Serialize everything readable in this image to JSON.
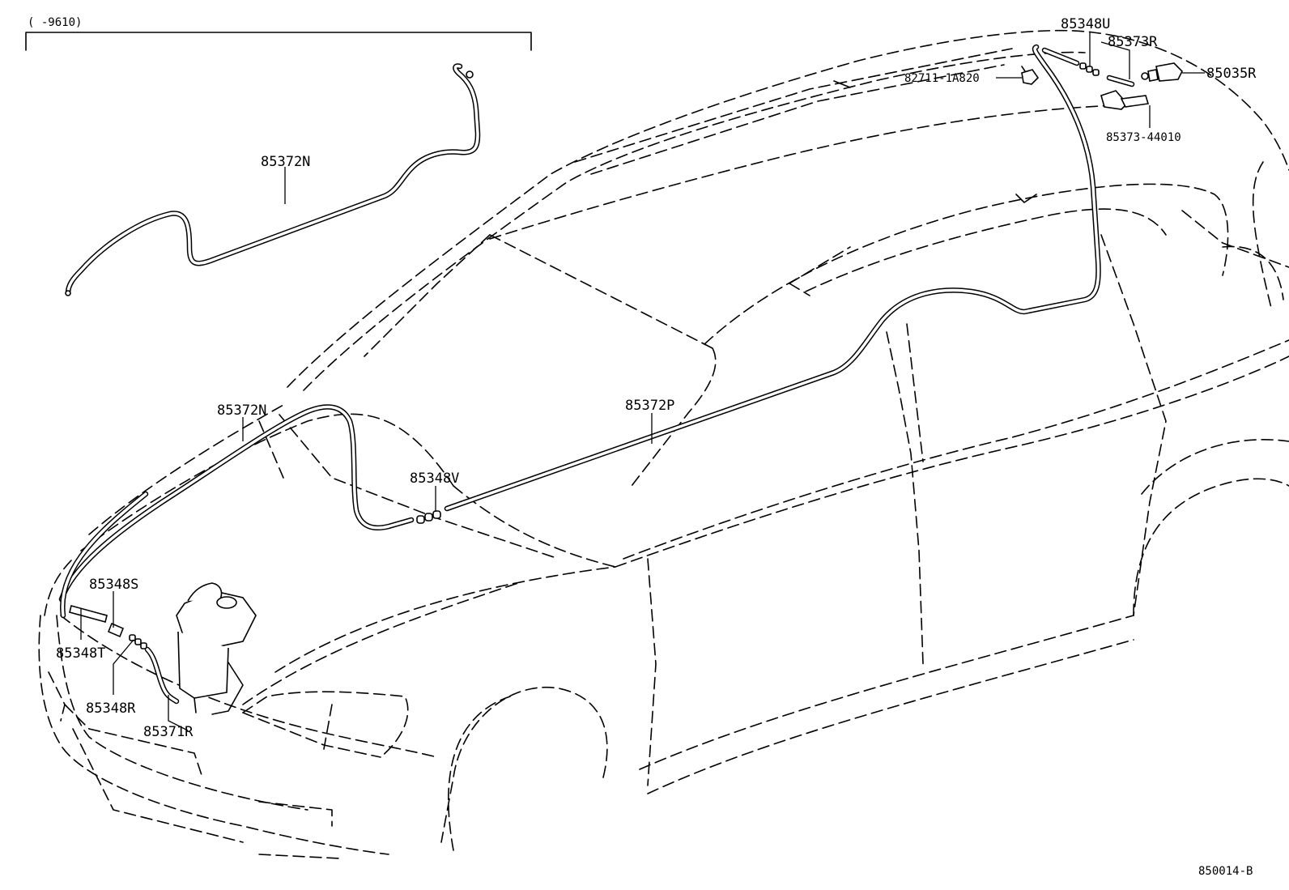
{
  "diagram": {
    "bracket_note": "(     -9610)",
    "drawing_code": "850014-B",
    "labels": {
      "inset_hose": "85372N",
      "hood_hose": "85372N",
      "long_hose": "85372P",
      "joint_mid": "85348V",
      "joint_s": "85348S",
      "joint_t": "85348T",
      "joint_r": "85348R",
      "hose_r": "85371R",
      "joint_u": "85348U",
      "hose_rear": "85373R",
      "nozzle": "85035R",
      "clip": "82711-1A820",
      "elbow": "85373-44010"
    }
  }
}
